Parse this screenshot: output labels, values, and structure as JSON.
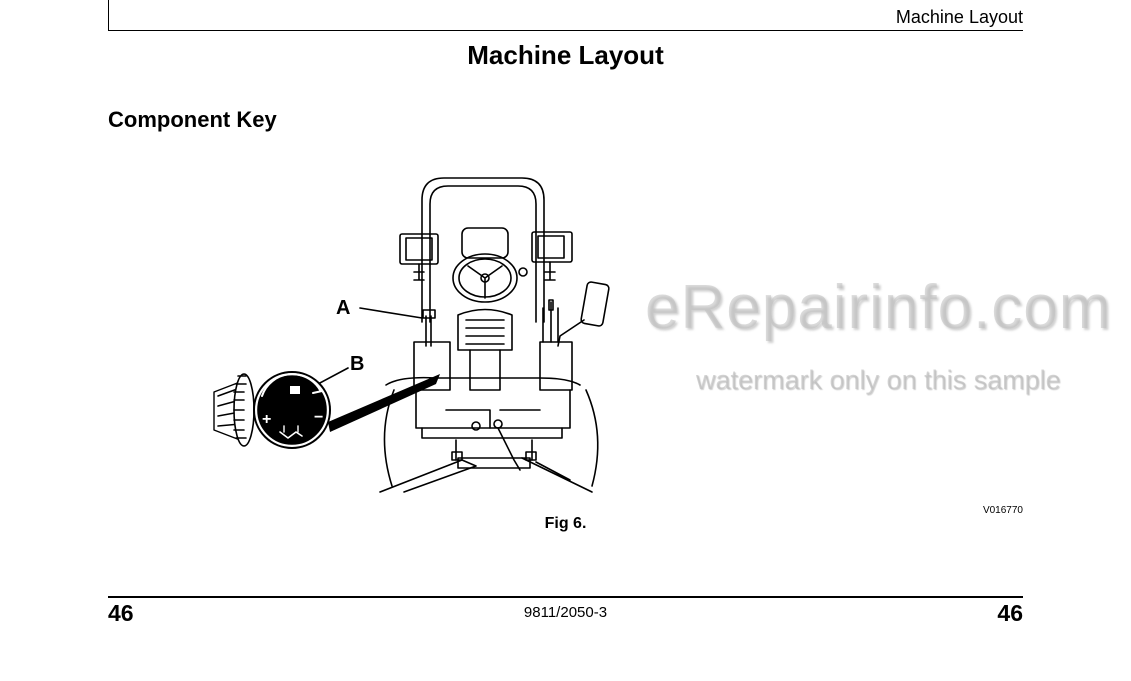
{
  "header": {
    "section_label": "Machine Layout"
  },
  "page": {
    "title": "Machine Layout",
    "subtitle": "Component Key"
  },
  "figure": {
    "callouts": [
      "A",
      "B"
    ],
    "code": "V016770",
    "caption": "Fig 6.",
    "dial_symbols": {
      "plus": "+",
      "minus": "−"
    }
  },
  "footer": {
    "page_left": "46",
    "doc_number": "9811/2050-3",
    "page_right": "46"
  },
  "watermark": {
    "main": "eRepairinfo.com",
    "sub": "watermark only on this sample"
  }
}
